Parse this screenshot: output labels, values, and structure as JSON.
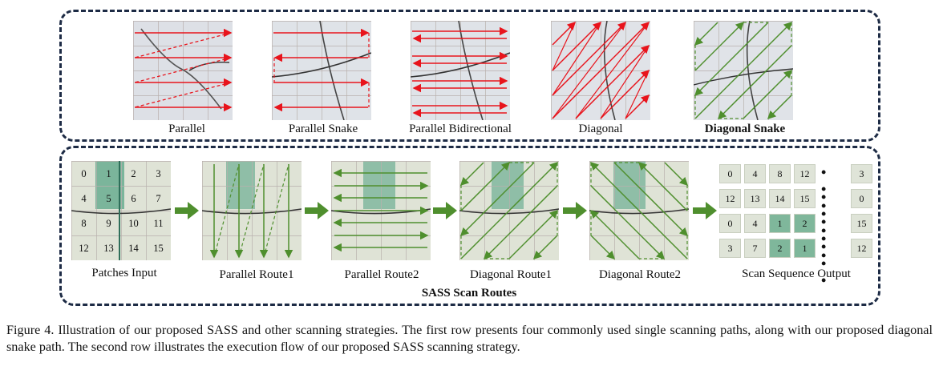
{
  "top_row": {
    "labels": [
      "Parallel",
      "Parallel Snake",
      "Parallel Bidirectional",
      "Diagonal",
      "Diagonal Snake"
    ],
    "route_colors": {
      "baseline": "#e8141c",
      "proposed": "#4f8f2e"
    }
  },
  "bottom_row": {
    "labels": [
      "Patches Input",
      "Parallel Route1",
      "Parallel Route2",
      "Diagonal Route1",
      "Diagonal Route2",
      "Scan Sequence Output"
    ],
    "title": "SASS Scan Routes",
    "patch_numbers": [
      "0",
      "1",
      "2",
      "3",
      "4",
      "5",
      "6",
      "7",
      "8",
      "9",
      "10",
      "11",
      "12",
      "13",
      "14",
      "15"
    ],
    "sequence_rows": [
      [
        "0",
        "4",
        "8",
        "12",
        "3"
      ],
      [
        "12",
        "13",
        "14",
        "15",
        "0"
      ],
      [
        "0",
        "4",
        "1",
        "2",
        "15"
      ],
      [
        "3",
        "7",
        "2",
        "1",
        "12"
      ]
    ],
    "ellipsis": "• • •",
    "arrow_icon": "right-arrow-icon"
  },
  "caption": "Figure 4. Illustration of our proposed SASS and other scanning strategies. The first row presents four commonly used single scanning paths, along with our proposed diagonal snake path. The second row illustrates the execution flow of our proposed SASS scanning strategy."
}
